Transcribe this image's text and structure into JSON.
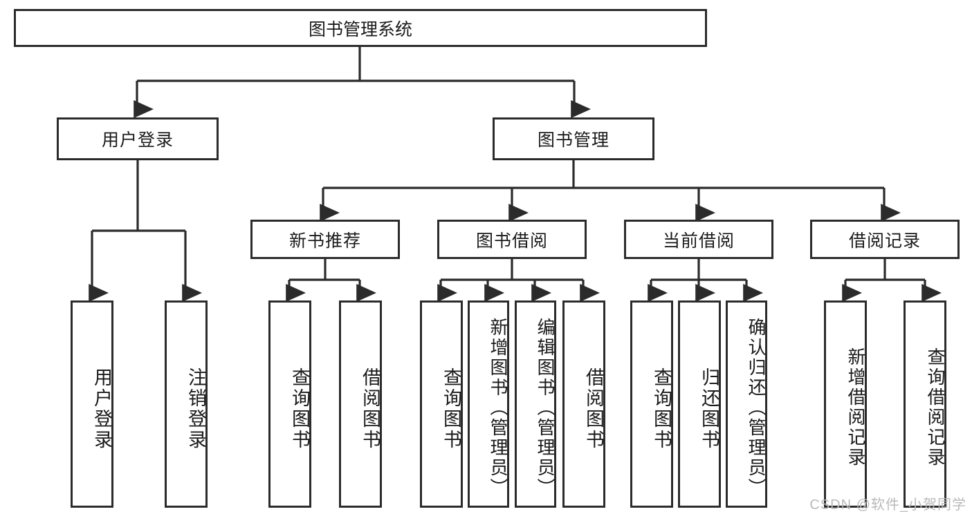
{
  "diagram": {
    "title": "图书管理系统",
    "type": "tree-hierarchy-chart",
    "colors": {
      "stroke": "#2b2b2b",
      "fill": "#ffffff",
      "text": "#1a1a1a",
      "watermark": "#b9b9b9"
    },
    "root": {
      "label": "图书管理系统"
    },
    "level2": [
      {
        "label": "用户登录"
      },
      {
        "label": "图书管理"
      }
    ],
    "level3": [
      {
        "label": "新书推荐"
      },
      {
        "label": "图书借阅"
      },
      {
        "label": "当前借阅"
      },
      {
        "label": "借阅记录"
      }
    ],
    "leaves": {
      "user_login": [
        {
          "label": "用户登录"
        },
        {
          "label": "注销登录"
        }
      ],
      "new_book_recommend": [
        {
          "label": "查询图书"
        },
        {
          "label": "借阅图书"
        }
      ],
      "book_borrow": [
        {
          "label": "查询图书"
        },
        {
          "label": "新增图书（管理员）"
        },
        {
          "label": "编辑图书（管理员）"
        },
        {
          "label": "借阅图书"
        }
      ],
      "current_borrow": [
        {
          "label": "查询图书"
        },
        {
          "label": "归还图书"
        },
        {
          "label": "确认归还（管理员）"
        }
      ],
      "borrow_record": [
        {
          "label": "新增借阅记录"
        },
        {
          "label": "查询借阅记录"
        }
      ]
    }
  },
  "watermark": {
    "text": "CSDN @软件_小贺同学"
  }
}
